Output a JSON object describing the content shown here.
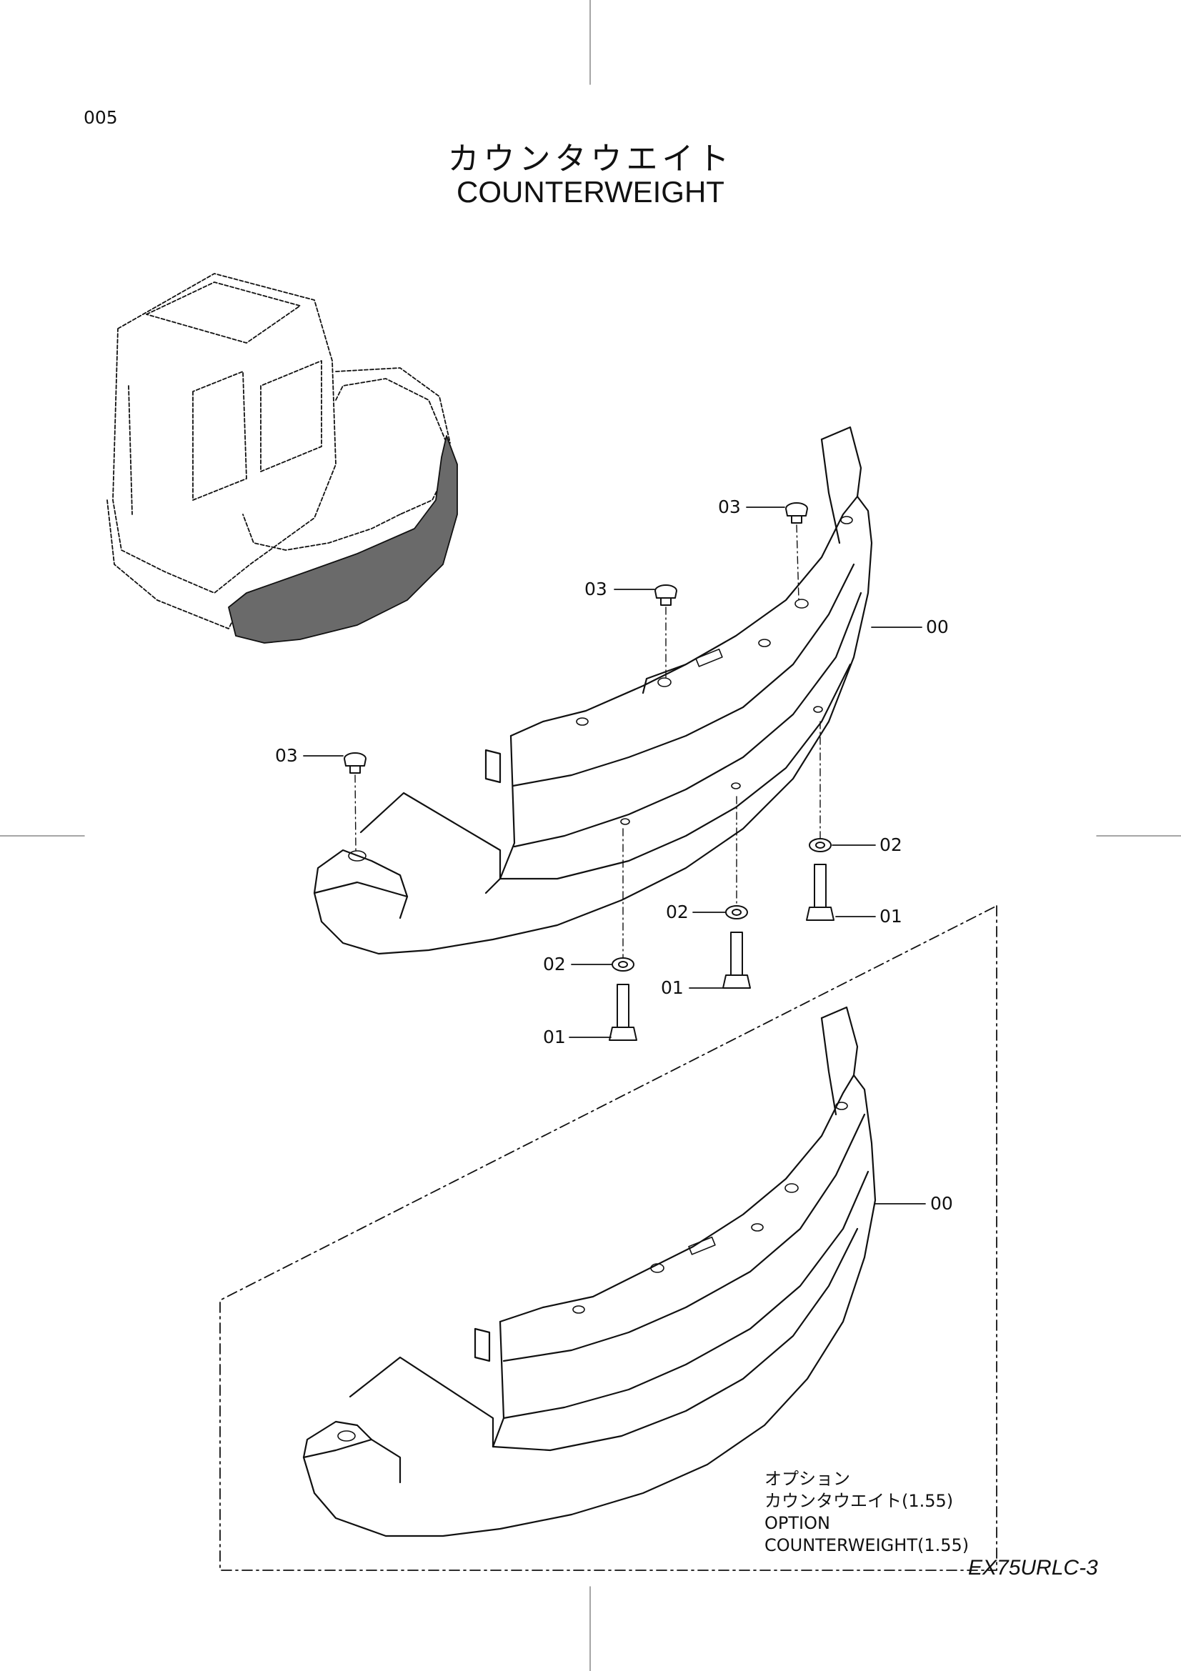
{
  "page_number": "005",
  "title": {
    "ja": "カウンタウエイト",
    "en": "COUNTERWEIGHT"
  },
  "callouts": {
    "c03a": "03",
    "c03b": "03",
    "c03c": "03",
    "c00a": "00",
    "c02a": "02",
    "c02b": "02",
    "c02c": "02",
    "c01a": "01",
    "c01b": "01",
    "c01c": "01",
    "c00b": "00"
  },
  "option_note": {
    "line1": "オプション",
    "line2": "カウンタウエイト(1.55)",
    "line3": "OPTION",
    "line4": "COUNTERWEIGHT(1.55)"
  },
  "model_code": "EX75URLC-3"
}
